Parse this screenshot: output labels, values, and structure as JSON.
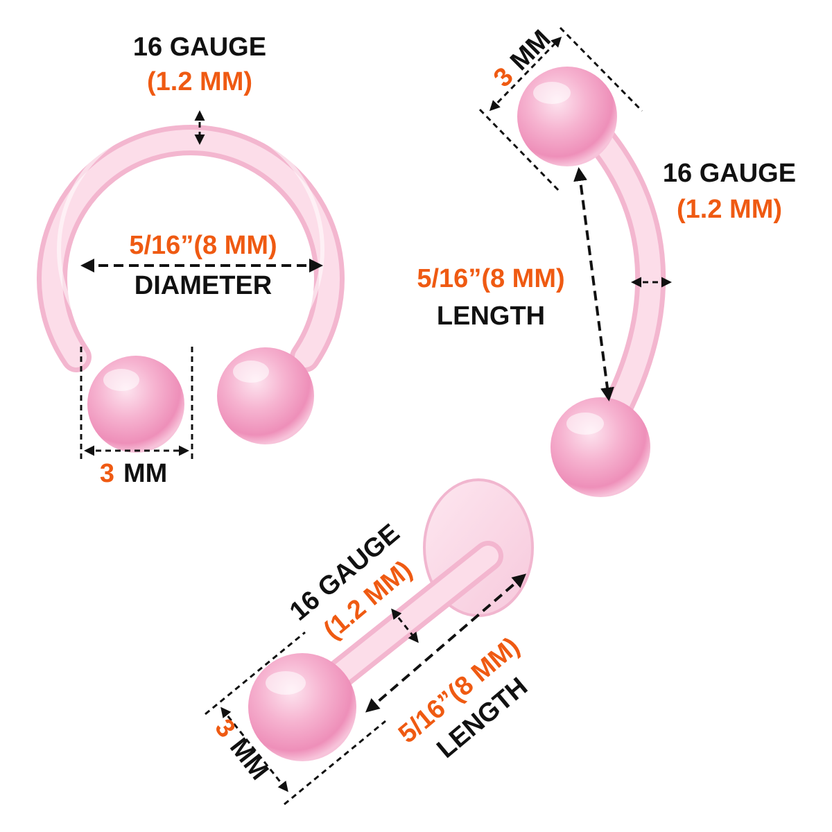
{
  "colors": {
    "label_black": "#111111",
    "label_orange": "#ef5a12",
    "jewelry_pink": "#f4aecd",
    "jewelry_clear_pink": "#fbe0ec",
    "background": "#ffffff"
  },
  "horseshoe": {
    "gauge": "16 GAUGE",
    "gauge_mm": "(1.2 MM)",
    "size": "5/16”(8 MM)",
    "size_label": "DIAMETER",
    "ball_num": "3",
    "ball_unit": "MM"
  },
  "curved_barbell": {
    "ball_num": "3",
    "ball_unit": "MM",
    "gauge": "16 GAUGE",
    "gauge_mm": "(1.2 MM)",
    "size": "5/16”(8 MM)",
    "size_label": "LENGTH"
  },
  "labret": {
    "gauge": "16 GAUGE",
    "gauge_mm": "(1.2 MM)",
    "size": "5/16”(8 MM)",
    "size_label": "LENGTH",
    "ball_num": "3",
    "ball_unit": "MM"
  }
}
